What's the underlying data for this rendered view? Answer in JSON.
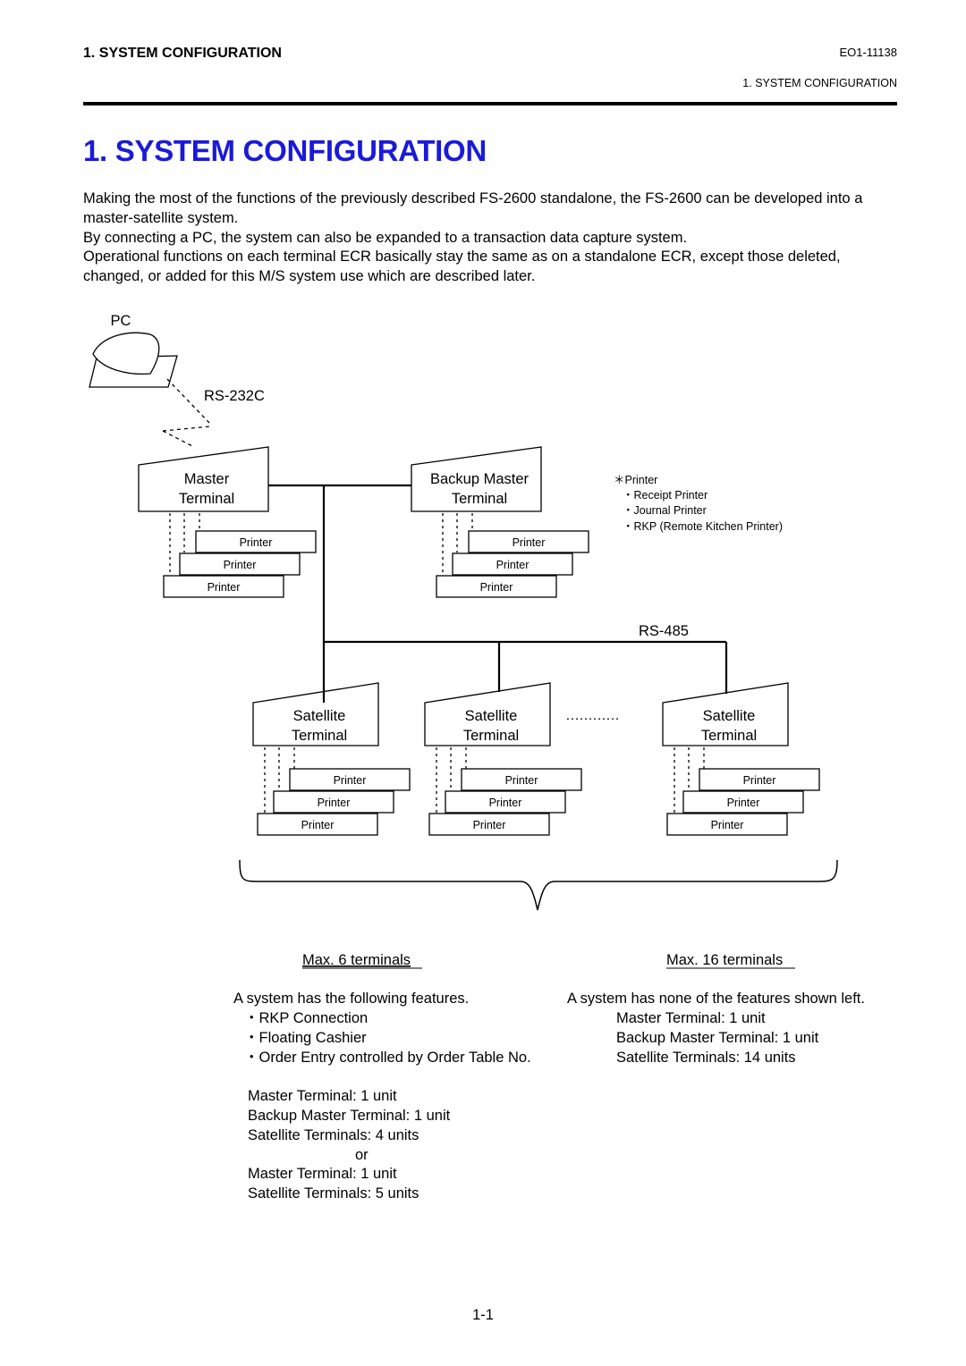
{
  "header": {
    "section": "1.  SYSTEM CONFIGURATION",
    "doc_code": "EO1-11138",
    "running_head": "1.  SYSTEM CONFIGURATION"
  },
  "title": "1.   SYSTEM CONFIGURATION",
  "intro": [
    "Making the most of the functions of the previously described FS-2600 standalone, the FS-2600 can be developed into a master-satellite system.",
    "By connecting a PC, the system can also be expanded to a transaction data capture system.",
    "Operational functions on each terminal ECR basically stay the same as on a standalone ECR, except those deleted, changed, or added for this M/S system use which are described later."
  ],
  "diagram": {
    "pc_label": "PC",
    "rs232c_label": "RS-232C",
    "rs485_label": "RS-485",
    "master": [
      "Master",
      "Terminal"
    ],
    "backup_master": [
      "Backup Master",
      "Terminal"
    ],
    "satellite": [
      "Satellite",
      "Terminal"
    ],
    "printer_label": "Printer",
    "dots": "…………",
    "note": {
      "title": "＊Printer",
      "items": [
        "・Receipt Printer",
        "・Journal Printer",
        "・RKP (Remote Kitchen Printer)"
      ]
    }
  },
  "left_column": {
    "heading": "Max. 6 terminals",
    "features_intro": "A system has the following features.",
    "features": [
      "・RKP Connection",
      "・Floating Cashier",
      "・Order Entry controlled by Order Table No."
    ],
    "config1": [
      "Master Terminal:  1 unit",
      "Backup Master Terminal:  1 unit",
      "Satellite Terminals:  4 units"
    ],
    "or": "or",
    "config2": [
      "Master Terminal:  1 unit",
      "Satellite Terminals:  5 units"
    ]
  },
  "right_column": {
    "heading": "Max. 16 terminals",
    "features_intro": "A system has none of the features shown left.",
    "config": [
      "Master Terminal:  1 unit",
      "Backup Master Terminal:  1 unit",
      "Satellite Terminals:  14 units"
    ]
  },
  "page_number": "1-1"
}
